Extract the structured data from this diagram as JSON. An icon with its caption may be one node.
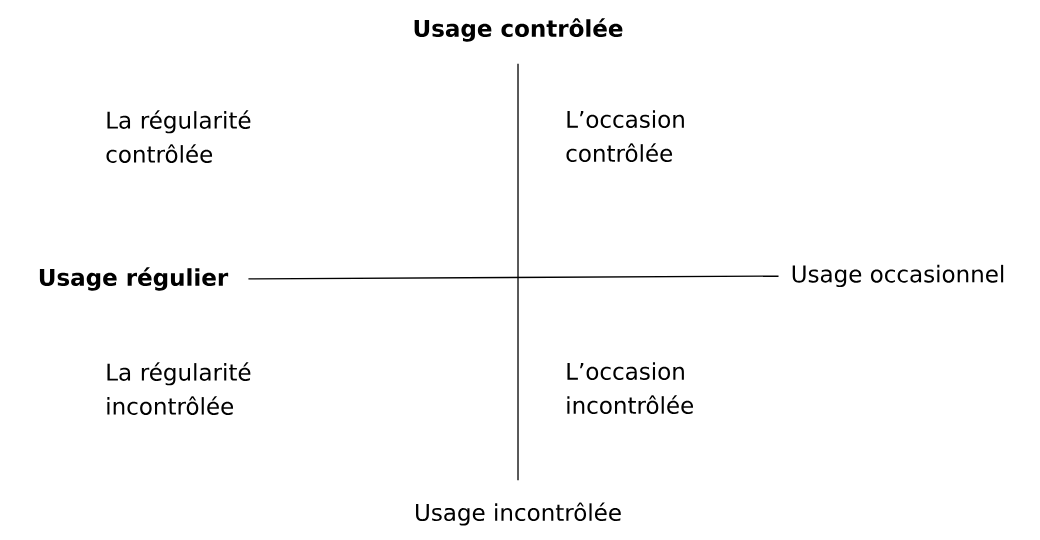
{
  "diagram": {
    "nodes": [
      {
        "text": [
          "Usage contrôlée"
        ]
      },
      {
        "text": [
          "Usage régulier"
        ]
      },
      {
        "text": [
          "Usage occasionnel"
        ]
      },
      {
        "text": [
          "Usage incontrôlée"
        ]
      }
    ],
    "edges": [
      {
        "from": 0,
        "to": 3,
        "arrow": "none"
      },
      {
        "from": 1,
        "to": 2,
        "arrow": "none"
      }
    ],
    "labels": [
      "La régularité contrôlée",
      "L’occasion contrôlée",
      "La régularité incontrôlée",
      "L’occasion incontrôlée"
    ]
  }
}
